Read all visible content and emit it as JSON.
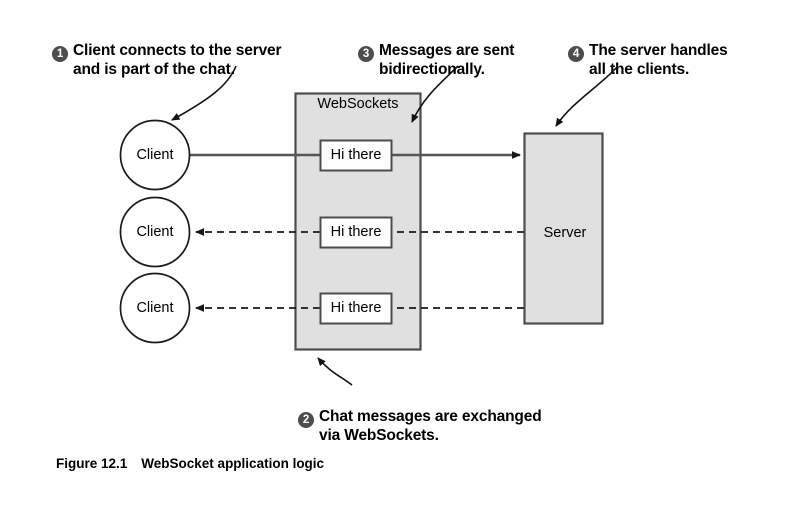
{
  "figure": {
    "caption_number": "Figure 12.1",
    "caption_title": "WebSocket application logic"
  },
  "callouts": [
    {
      "number": "1",
      "text": "Client connects to the server\nand is part of the chat."
    },
    {
      "number": "2",
      "text": "Chat messages are exchanged\nvia WebSockets."
    },
    {
      "number": "3",
      "text": "Messages are sent\nbidirectionally."
    },
    {
      "number": "4",
      "text": "The server handles\nall the clients."
    }
  ],
  "diagram": {
    "clients": [
      {
        "label": "Client"
      },
      {
        "label": "Client"
      },
      {
        "label": "Client"
      }
    ],
    "websockets_box": {
      "title": "WebSockets",
      "messages": [
        {
          "label": "Hi there"
        },
        {
          "label": "Hi there"
        },
        {
          "label": "Hi there"
        }
      ]
    },
    "server": {
      "label": "Server"
    },
    "connections": [
      {
        "from": "client-1",
        "to": "server",
        "style": "solid",
        "direction": "right"
      },
      {
        "from": "server",
        "to": "client-2",
        "style": "dashed",
        "direction": "left"
      },
      {
        "from": "server",
        "to": "client-3",
        "style": "dashed",
        "direction": "left"
      }
    ]
  },
  "colors": {
    "shape_fill": "#e0e0e0",
    "shape_stroke": "#4d4d4d",
    "message_fill": "#ffffff",
    "badge_fill": "#4d4d4d",
    "badge_text": "#ffffff",
    "line": "#444444",
    "text": "#000000",
    "background": "#ffffff"
  }
}
